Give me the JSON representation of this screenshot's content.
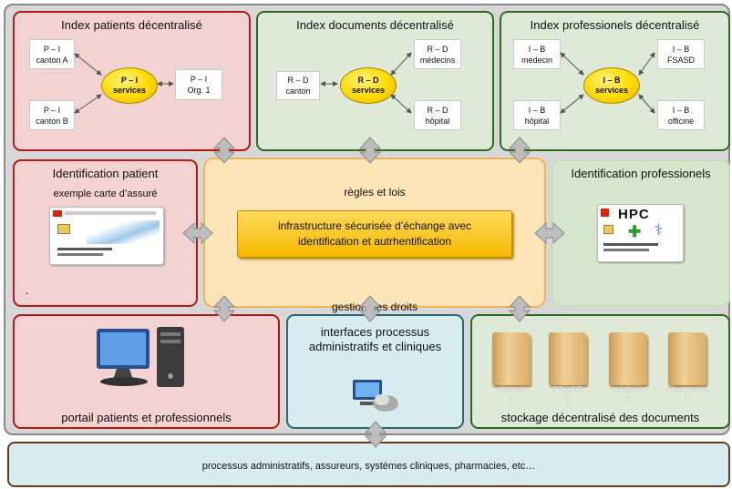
{
  "patients_index": {
    "title": "Index patients décentralisé",
    "boxes": [
      {
        "l1": "P – I",
        "l2": "canton A"
      },
      {
        "l1": "P – I",
        "l2": "canton B"
      },
      {
        "l1": "P – I",
        "l2": "Org. 1"
      }
    ],
    "hub": {
      "l1": "P – I",
      "l2": "services"
    }
  },
  "documents_index": {
    "title": "Index documents décentralisé",
    "boxes": [
      {
        "l1": "R – D",
        "l2": "canton"
      },
      {
        "l1": "R – D",
        "l2": "médecins"
      },
      {
        "l1": "R – D",
        "l2": "hôpital"
      }
    ],
    "hub": {
      "l1": "R – D",
      "l2": "services"
    }
  },
  "pros_index": {
    "title": "Index professionels décentralisé",
    "boxes": [
      {
        "l1": "I – B",
        "l2": "médecin"
      },
      {
        "l1": "I – B",
        "l2": "hôpital"
      },
      {
        "l1": "I – B",
        "l2": "FSASD"
      },
      {
        "l1": "I – B",
        "l2": "officine"
      }
    ],
    "hub": {
      "l1": "I – B",
      "l2": "services"
    }
  },
  "patient_id": {
    "title": "Identification patient",
    "subtitle": "exemple carte d’assuré",
    "note": "-"
  },
  "center": {
    "title": "règles et lois",
    "bar": "infrastructure sécurisée d’échange avec identification et autrhentification",
    "footer": "gestion des droits"
  },
  "pro_id": {
    "title": "Identification professionels",
    "card_text": "HPC"
  },
  "portal": {
    "title": "portail patients et professionnels"
  },
  "interfaces": {
    "title": "interfaces processus administratifs et cliniques"
  },
  "storage": {
    "title": "stockage décentralisé des documents",
    "folders": [
      {
        "l1": "clinique",
        "l2": "A"
      },
      {
        "l1": "FSASD",
        "l2": "B"
      },
      {
        "l1": "médecin",
        "l2": "C"
      },
      {
        "l1": "pharmacie",
        "l2": "D"
      }
    ]
  },
  "processes": {
    "title": "processus administratifs, assureurs, systèmes cliniques, pharmacies, etc…"
  },
  "colors": {
    "red_border": "#b21818",
    "green_border": "#2f6b1e",
    "hub": "#ffd900",
    "center": "#fde5b8"
  }
}
